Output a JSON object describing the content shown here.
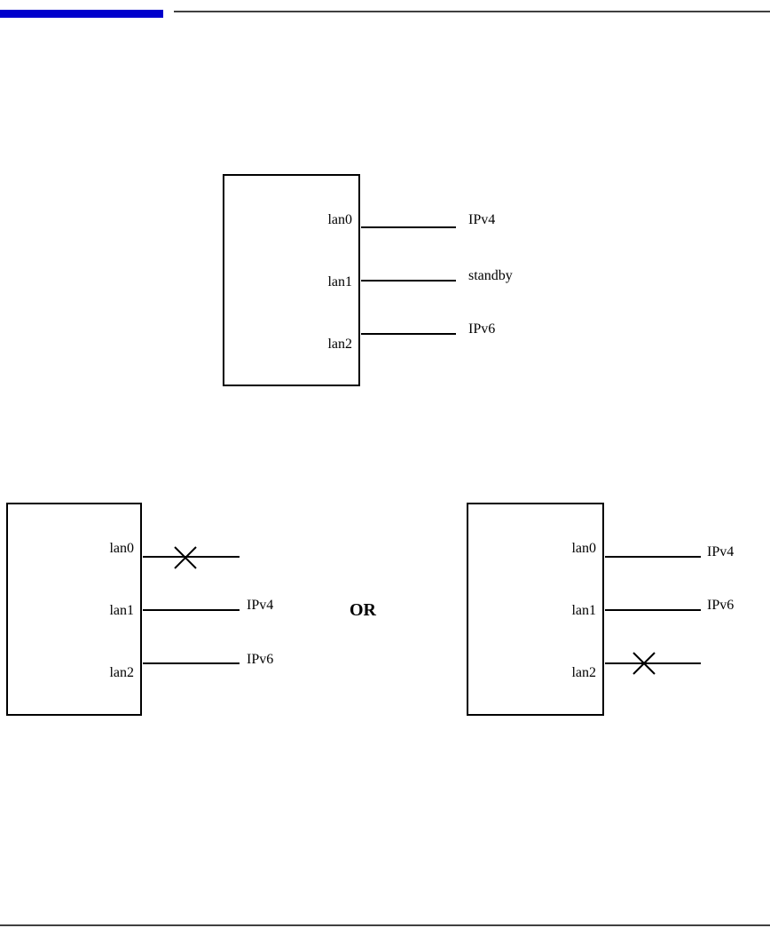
{
  "colors": {
    "accent_bar": "#0000cc",
    "line": "#000000"
  },
  "top_diagram": {
    "ports": [
      "lan0",
      "lan1",
      "lan2"
    ],
    "links": [
      "IPv4",
      "standby",
      "IPv6"
    ]
  },
  "separator_word": "OR",
  "left_diagram": {
    "ports": [
      "lan0",
      "lan1",
      "lan2"
    ],
    "links": [
      "",
      "IPv4",
      "IPv6"
    ],
    "failed_port": "lan0"
  },
  "right_diagram": {
    "ports": [
      "lan0",
      "lan1",
      "lan2"
    ],
    "links": [
      "IPv4",
      "IPv6",
      ""
    ],
    "failed_port": "lan2"
  }
}
